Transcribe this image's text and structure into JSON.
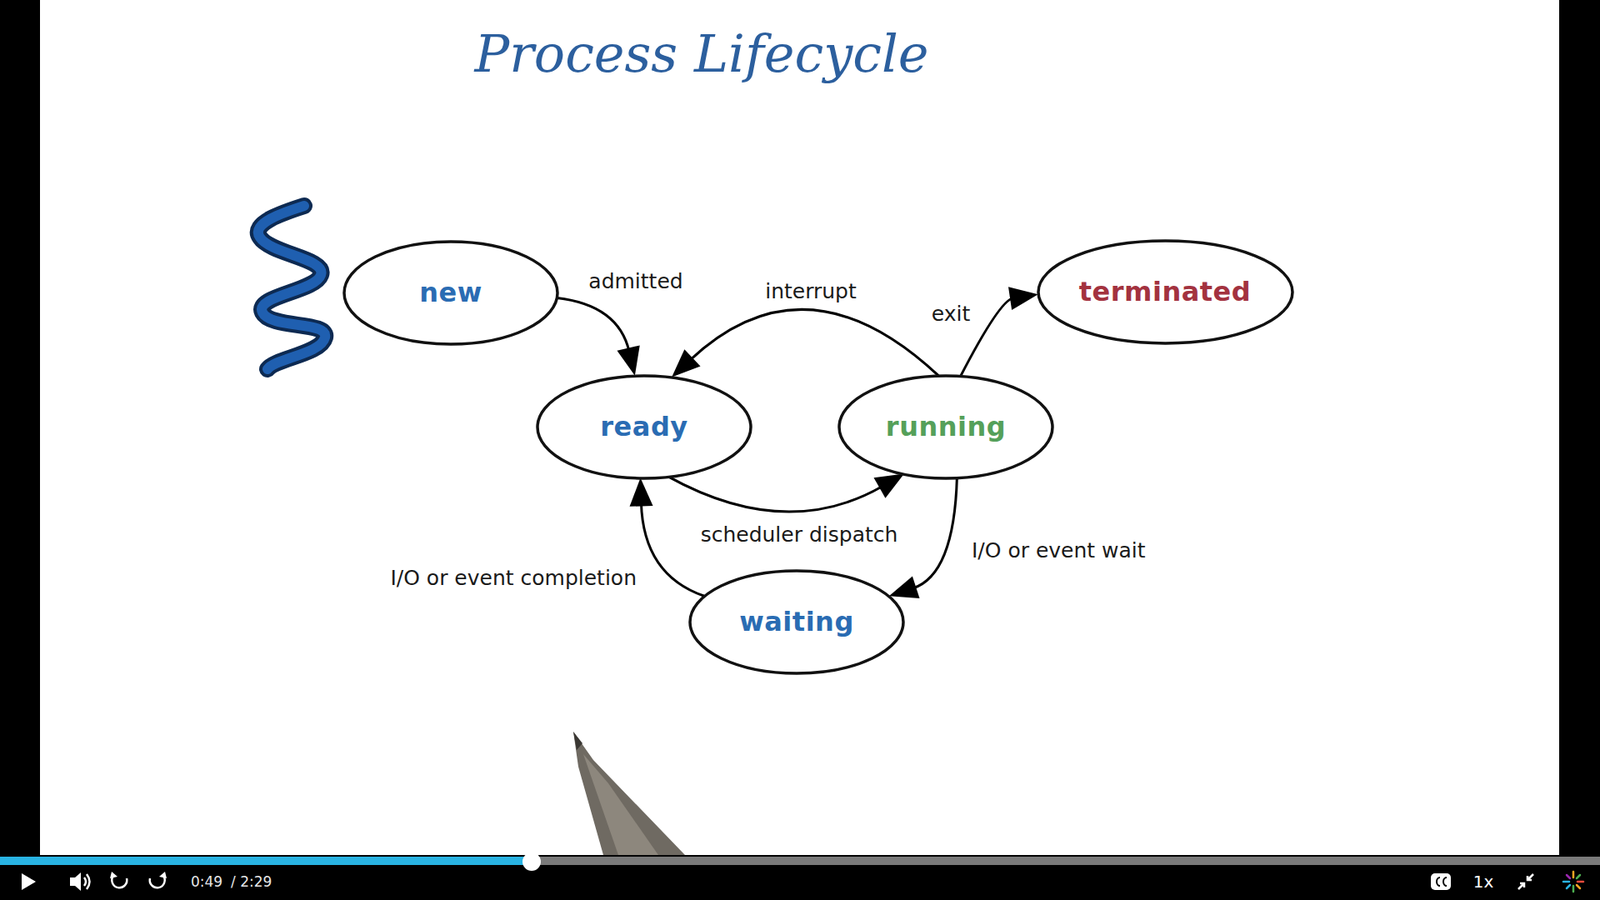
{
  "diagram": {
    "title": "Process Lifecycle",
    "nodes": [
      {
        "text": [
          "new"
        ]
      },
      {
        "text": [
          "ready"
        ]
      },
      {
        "text": [
          "running"
        ]
      },
      {
        "text": [
          "terminated"
        ]
      },
      {
        "text": [
          "waiting"
        ]
      }
    ],
    "edges": [
      {
        "from": 0,
        "to": 1,
        "label": "admitted",
        "arrow": "to"
      },
      {
        "from": 2,
        "to": 1,
        "label": "interrupt",
        "arrow": "to"
      },
      {
        "from": 1,
        "to": 2,
        "label": "scheduler dispatch",
        "arrow": "to"
      },
      {
        "from": 2,
        "to": 3,
        "label": "exit",
        "arrow": "to"
      },
      {
        "from": 2,
        "to": 4,
        "label": "I/O or event wait",
        "arrow": "to"
      },
      {
        "from": 4,
        "to": 1,
        "label": "I/O or event completion",
        "arrow": "to"
      }
    ],
    "labels": [
      "0:49",
      "/ 2:29",
      "1x"
    ]
  }
}
